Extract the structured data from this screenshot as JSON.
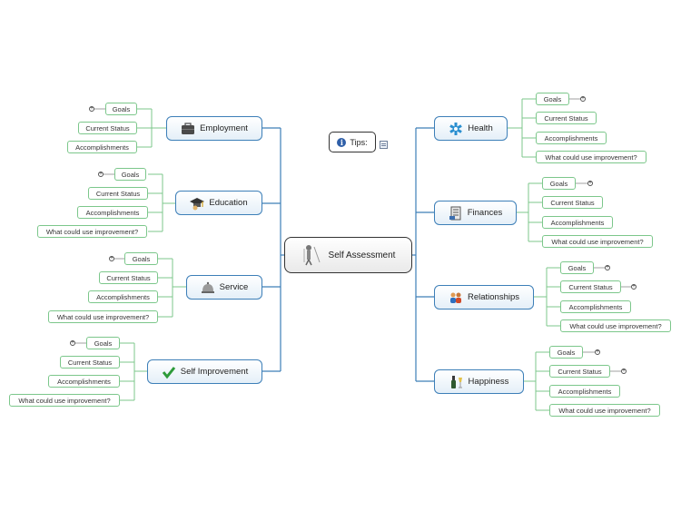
{
  "central": {
    "label": "Self Assessment",
    "icon": "person-icon"
  },
  "tips": {
    "label": "Tips:",
    "icon": "info-icon",
    "note_icon": "note-icon"
  },
  "colors": {
    "branch": "#3d7fb8",
    "sub_border": "#7cc78b",
    "central_border": "#333333"
  },
  "branches": {
    "employment": {
      "label": "Employment",
      "icon": "briefcase-icon",
      "children": [
        "Goals",
        "Current Status",
        "Accomplishments"
      ]
    },
    "education": {
      "label": "Education",
      "icon": "graduation-icon",
      "children": [
        "Goals",
        "Current Status",
        "Accomplishments",
        "What could use improvement?"
      ]
    },
    "service": {
      "label": "Service",
      "icon": "bell-icon",
      "children": [
        "Goals",
        "Current Status",
        "Accomplishments",
        "What could use improvement?"
      ]
    },
    "self_improvement": {
      "label": "Self Improvement",
      "icon": "checkmark-icon",
      "children": [
        "Goals",
        "Current Status",
        "Accomplishments",
        "What could use improvement?"
      ]
    },
    "health": {
      "label": "Health",
      "icon": "medical-icon",
      "children": [
        "Goals",
        "Current Status",
        "Accomplishments",
        "What could use improvement?"
      ]
    },
    "finances": {
      "label": "Finances",
      "icon": "ledger-icon",
      "children": [
        "Goals",
        "Current Status",
        "Accomplishments",
        "What could use improvement?"
      ]
    },
    "relationships": {
      "label": "Relationships",
      "icon": "people-icon",
      "children": [
        "Goals",
        "Current Status",
        "Accomplishments",
        "What could use improvement?"
      ]
    },
    "happiness": {
      "label": "Happiness",
      "icon": "champagne-icon",
      "children": [
        "Goals",
        "Current Status",
        "Accomplishments",
        "What could use improvement?"
      ]
    }
  }
}
